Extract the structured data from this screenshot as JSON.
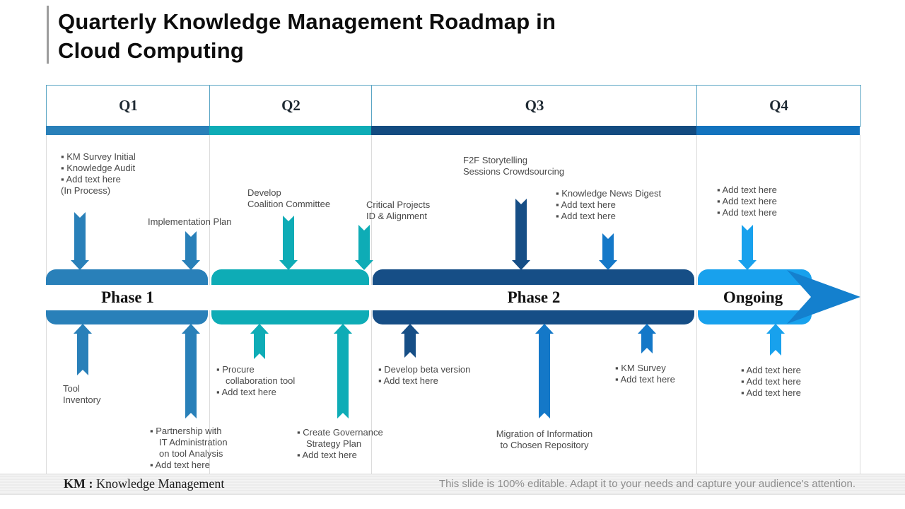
{
  "title_lines": [
    "Quarterly Knowledge Management Roadmap in",
    "Cloud Computing"
  ],
  "colors": {
    "blue": "#2980B9",
    "teal": "#0EACB6",
    "navy": "#164E86",
    "q3bar": "#134B80",
    "q4bar": "#1373BE",
    "midblue": "#1478C8",
    "lightblue": "#18A1ED",
    "chevron": "#1480CE"
  },
  "quarters": [
    "Q1",
    "Q2",
    "Q3",
    "Q4"
  ],
  "timeline": {
    "phase1": "Phase 1",
    "phase2": "Phase 2",
    "ongoing": "Ongoing"
  },
  "annotations": {
    "q1_top": {
      "lines": [
        "▪ KM Survey Initial",
        "▪ Knowledge Audit",
        "▪ Add text here",
        "(In Process)"
      ]
    },
    "implementation_plan": {
      "lines": [
        "Implementation Plan"
      ]
    },
    "develop_coalition": {
      "lines": [
        "Develop",
        "Coalition Committee"
      ]
    },
    "critical_projects": {
      "lines": [
        "Critical Projects",
        "ID & Alignment"
      ]
    },
    "f2f": {
      "lines": [
        "F2F Storytelling",
        "Sessions Crowdsourcing"
      ]
    },
    "knowledge_news": {
      "lines": [
        "▪ Knowledge News Digest",
        "▪ Add text here",
        "▪ Add text here"
      ]
    },
    "q4_top": {
      "lines": [
        "▪ Add text here",
        "▪ Add text here",
        "▪ Add text here"
      ]
    },
    "tool_inventory": {
      "lines": [
        "Tool",
        "Inventory"
      ]
    },
    "partnership": {
      "lines": [
        "▪ Partnership with",
        "IT Administration",
        "on tool Analysis",
        "▪ Add text here"
      ]
    },
    "procure": {
      "lines": [
        "▪ Procure",
        "collaboration tool",
        "▪ Add text here"
      ]
    },
    "create_gov": {
      "lines": [
        "▪ Create Governance",
        "Strategy Plan",
        "▪ Add text here"
      ]
    },
    "develop_beta": {
      "lines": [
        "▪ Develop  beta version",
        "▪ Add text here"
      ]
    },
    "migration": {
      "lines": [
        "Migration of Information",
        "to Chosen Repository"
      ]
    },
    "km_survey": {
      "lines": [
        "▪ KM Survey",
        "▪ Add text here"
      ]
    },
    "q4_bottom": {
      "lines": [
        "▪ Add text here",
        "▪ Add text here",
        "▪ Add text here"
      ]
    }
  },
  "footer": {
    "abbr": "KM :",
    "abbr_def": " Knowledge Management",
    "note": "This slide is 100% editable. Adapt it to your needs and capture your audience's attention."
  }
}
